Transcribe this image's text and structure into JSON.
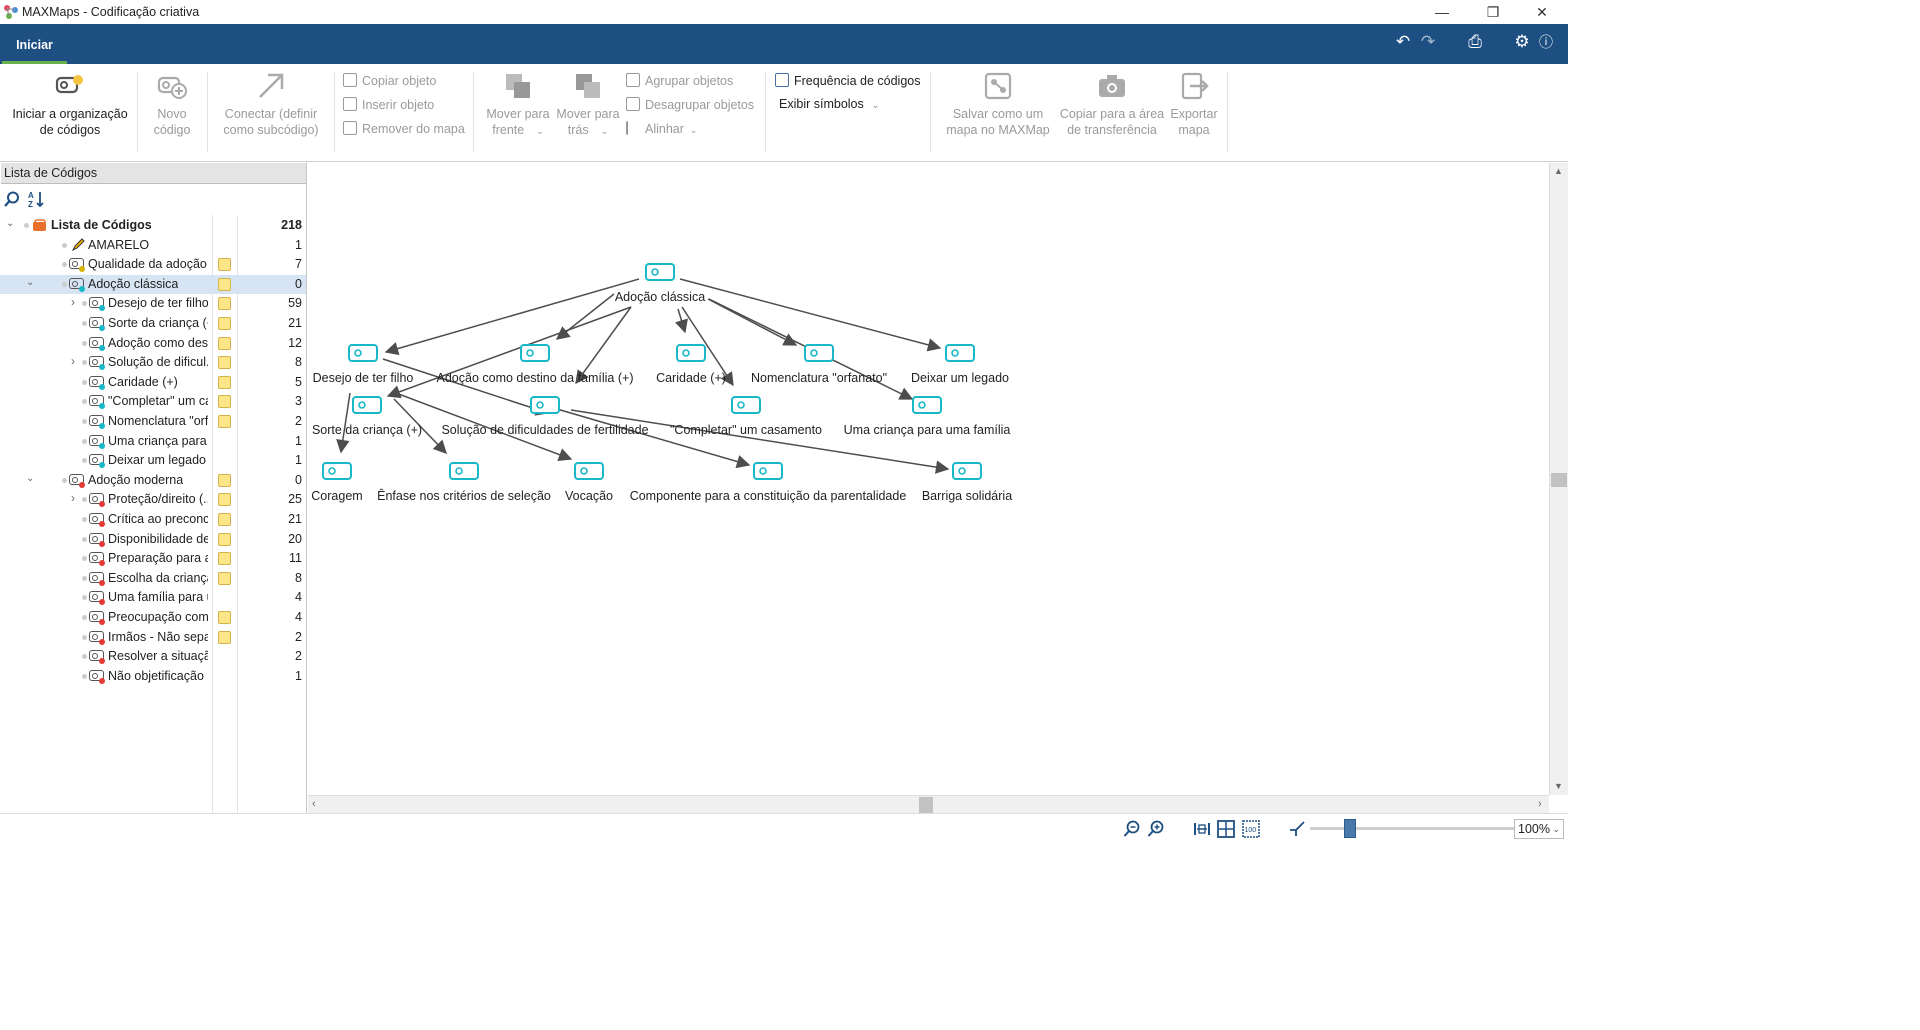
{
  "app": {
    "title": "MAXMaps - Codificação criativa"
  },
  "tabs": {
    "home": "Iniciar"
  },
  "ribbon": {
    "start_org": [
      "Iniciar a organização",
      "de códigos"
    ],
    "new_code": [
      "Novo",
      "código"
    ],
    "connect": [
      "Conectar (definir",
      "como subcódigo)"
    ],
    "copy_obj": "Copiar objeto",
    "insert_obj": "Inserir objeto",
    "remove_map": "Remover do mapa",
    "front": [
      "Mover para",
      "frente"
    ],
    "back": [
      "Mover para",
      "trás"
    ],
    "group": "Agrupar objetos",
    "ungroup": "Desagrupar objetos",
    "align": "Alinhar",
    "freq": "Frequência de códigos",
    "symbols": "Exibir símbolos",
    "save_map": [
      "Salvar como um",
      "mapa no MAXMap"
    ],
    "clipboard": [
      "Copiar para a área",
      "de transferência"
    ],
    "export": [
      "Exportar",
      "mapa"
    ]
  },
  "code_list": {
    "header": "Lista de Códigos",
    "rows": [
      {
        "label": "Lista de Códigos",
        "count": "218"
      },
      {
        "label": "AMARELO",
        "count": "1"
      },
      {
        "label": "Qualidade da adoção ...",
        "count": "7"
      },
      {
        "label": "Adoção clássica",
        "count": "0"
      },
      {
        "label": "Desejo de ter filho",
        "count": "59"
      },
      {
        "label": "Sorte da criança (+)",
        "count": "21"
      },
      {
        "label": "Adoção como dest...",
        "count": "12"
      },
      {
        "label": "Solução de dificul...",
        "count": "8"
      },
      {
        "label": "Caridade (+)",
        "count": "5"
      },
      {
        "label": "\"Completar\" um ca...",
        "count": "3"
      },
      {
        "label": "Nomenclatura \"orf...",
        "count": "2"
      },
      {
        "label": "Uma criança para ...",
        "count": "1"
      },
      {
        "label": "Deixar um legado",
        "count": "1"
      },
      {
        "label": "Adoção moderna",
        "count": "0"
      },
      {
        "label": "Proteção/direito (...",
        "count": "25"
      },
      {
        "label": "Crítica ao preconc...",
        "count": "21"
      },
      {
        "label": "Disponibilidade de...",
        "count": "20"
      },
      {
        "label": "Preparação para a ...",
        "count": "11"
      },
      {
        "label": "Escolha da criança",
        "count": "8"
      },
      {
        "label": "Uma família para u...",
        "count": "4"
      },
      {
        "label": "Preocupação com ...",
        "count": "4"
      },
      {
        "label": "Irmãos - Não separ...",
        "count": "2"
      },
      {
        "label": "Resolver a situação...",
        "count": "2"
      },
      {
        "label": "Não objetificação ...",
        "count": "1"
      }
    ]
  },
  "map": {
    "nodes": [
      {
        "id": "root",
        "label": "Adoção clássica"
      },
      {
        "id": "desejo",
        "label": "Desejo de ter filho"
      },
      {
        "id": "destino",
        "label": "Adoção como destino da família (+)"
      },
      {
        "id": "caridade",
        "label": "Caridade (+)"
      },
      {
        "id": "nomenclatura",
        "label": "Nomenclatura \"orfanato\""
      },
      {
        "id": "legado",
        "label": "Deixar um legado"
      },
      {
        "id": "sorte",
        "label": "Sorte da criança (+)"
      },
      {
        "id": "solucao",
        "label": "Solução de dificuldades de fertilidade"
      },
      {
        "id": "completar",
        "label": "\"Completar\" um casamento"
      },
      {
        "id": "umacrianca",
        "label": "Uma criança para uma família"
      },
      {
        "id": "coragem",
        "label": "Coragem"
      },
      {
        "id": "enfase",
        "label": "Ênfase nos critérios de seleção"
      },
      {
        "id": "vocacao",
        "label": "Vocação"
      },
      {
        "id": "componente",
        "label": "Componente para a constituição da parentalidade"
      },
      {
        "id": "barriga",
        "label": "Barriga solidária"
      }
    ]
  },
  "status": {
    "zoom": "100%"
  },
  "colors": {
    "ribbon_blue": "#1d4f82",
    "node_cyan": "#19b8c8",
    "tab_accent": "#6ab04c"
  }
}
